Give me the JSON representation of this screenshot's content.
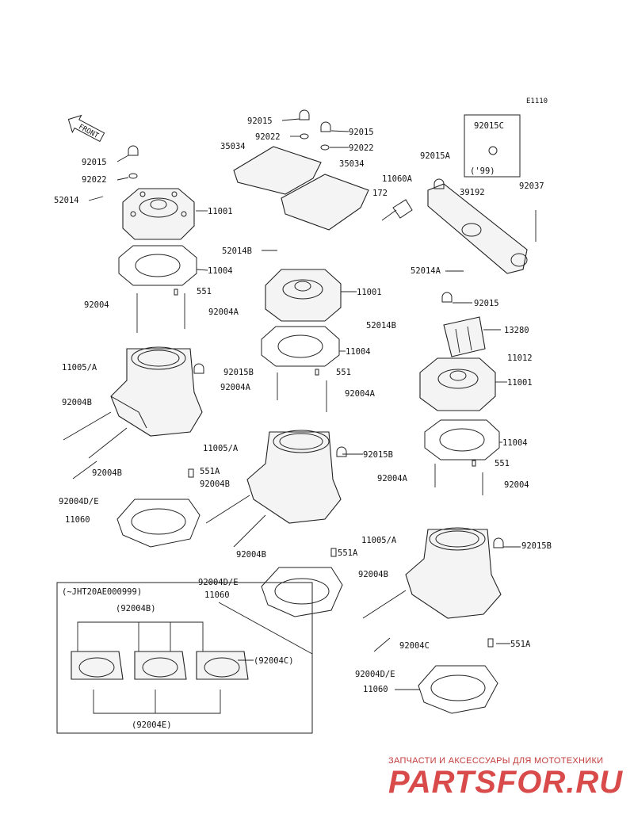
{
  "diagram_code": "E1110",
  "front_label": "FRONT",
  "labels": {
    "l_92015_top": "92015",
    "l_92015_top2": "92015",
    "l_92022_top": "92022",
    "l_92022_top2": "92022",
    "l_35034_a": "35034",
    "l_35034_b": "35034",
    "l_92015_left": "92015",
    "l_92022_left": "92022",
    "l_52014_left": "52014",
    "l_11001_left": "11001",
    "l_11004_left": "11004",
    "l_551_left": "551",
    "l_92004_left": "92004",
    "l_92004A_left": "92004A",
    "l_11005_left": "11005/A",
    "l_92004B_left": "92004B",
    "l_92004B_left2": "92004B",
    "l_92004DE_left": "92004D/E",
    "l_11060_left": "11060",
    "l_52014B_mid": "52014B",
    "l_11001_mid": "11001",
    "l_11004_mid": "11004",
    "l_92015B_mid": "92015B",
    "l_551_mid": "551",
    "l_92004A_mid": "92004A",
    "l_92004A_mid2": "92004A",
    "l_11005_mid": "11005/A",
    "l_92015B_mid2": "92015B",
    "l_551A_mid": "551A",
    "l_92004B_mid": "92004B",
    "l_92004B_mid2": "92004B",
    "l_92004DE_mid": "92004D/E",
    "l_11060_mid": "11060",
    "l_11060A": "11060A",
    "l_172": "172",
    "l_92015A": "92015A",
    "l_39192": "39192",
    "l_92037": "92037",
    "l_92015C": "92015C",
    "l_99": "('99)",
    "l_52014A": "52014A",
    "l_92015_right": "92015",
    "l_52014B_right": "52014B",
    "l_13280": "13280",
    "l_11012": "11012",
    "l_11001_right": "11001",
    "l_11004_right": "11004",
    "l_551_right": "551",
    "l_92004A_right": "92004A",
    "l_92004_right": "92004",
    "l_11005_right": "11005/A",
    "l_92015B_right": "92015B",
    "l_551A_right": "551A",
    "l_92004B_right": "92004B",
    "l_92004C_right": "92004C",
    "l_551A_right2": "551A",
    "l_92004DE_right": "92004D/E",
    "l_11060_right": "11060"
  },
  "inset": {
    "serial": "(~JHT20AE000999)",
    "b_label": "(92004B)",
    "c_label": "(92004C)",
    "e_label": "(92004E)"
  },
  "watermark": {
    "line1": "ЗАПЧАСТИ И АКСЕССУАРЫ ДЛЯ МОТОТЕХНИКИ",
    "brand": "PARTSFOR.RU"
  },
  "colors": {
    "ink": "#222222",
    "watermark": "#d94a4a"
  }
}
